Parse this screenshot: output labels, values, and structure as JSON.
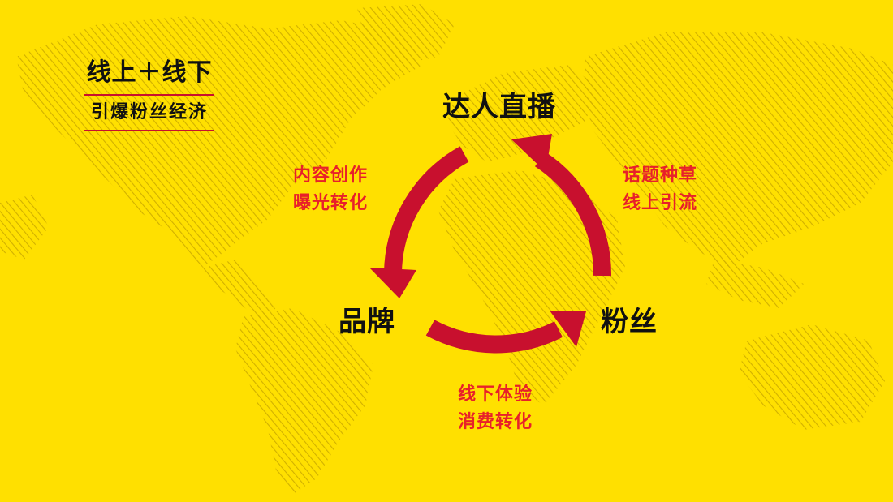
{
  "colors": {
    "background": "#FFE000",
    "arrow": "#C8102E",
    "edge_text": "#E8202A",
    "node_text": "#111111",
    "map_hatch": "#C9A800"
  },
  "title": {
    "line1": "线上＋线下",
    "line2": "引爆粉丝经济"
  },
  "nodes": {
    "top": "达人直播",
    "left": "品牌",
    "right": "粉丝"
  },
  "edges": {
    "brand_to_live": [
      "内容创作",
      "曝光转化"
    ],
    "fans_to_live": [
      "话题种草",
      "线上引流"
    ],
    "brand_to_fans": [
      "线下体验",
      "消费转化"
    ]
  }
}
